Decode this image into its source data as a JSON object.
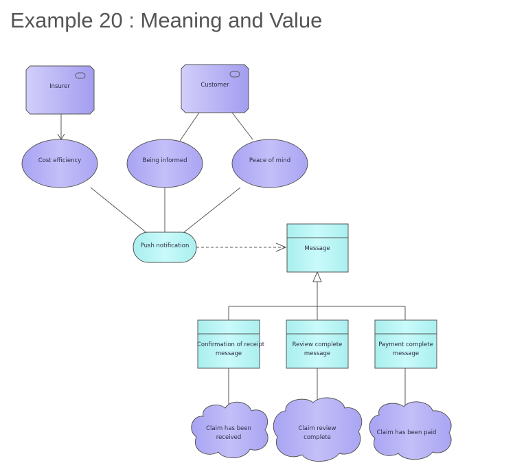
{
  "title": "Example 20 :  Meaning and Value",
  "colors": {
    "stakeholder_fill": "#b3aef4",
    "value_fill": "#b8b4f6",
    "meaning_fill": "#bdb9f7",
    "service_fill": "#b5f2f2",
    "object_fill": "#b5f6f6",
    "line": "#555555"
  },
  "stakeholders": {
    "insurer": "Insurer",
    "customer": "Customer"
  },
  "values": {
    "cost_efficiency": "Cost efficiency",
    "being_informed": "Being informed",
    "peace_of_mind": "Peace of mind"
  },
  "service": {
    "push_notification": "Push notification"
  },
  "objects": {
    "message": "Message",
    "confirmation": [
      "Confirmation of receipt",
      "message"
    ],
    "review_complete": [
      "Review complete",
      "message"
    ],
    "payment_complete": [
      "Payment complete",
      "message"
    ]
  },
  "meanings": {
    "claim_received": [
      "Claim has been",
      "received"
    ],
    "claim_review": [
      "Claim review",
      "complete"
    ],
    "claim_paid": "Claim has been paid"
  }
}
